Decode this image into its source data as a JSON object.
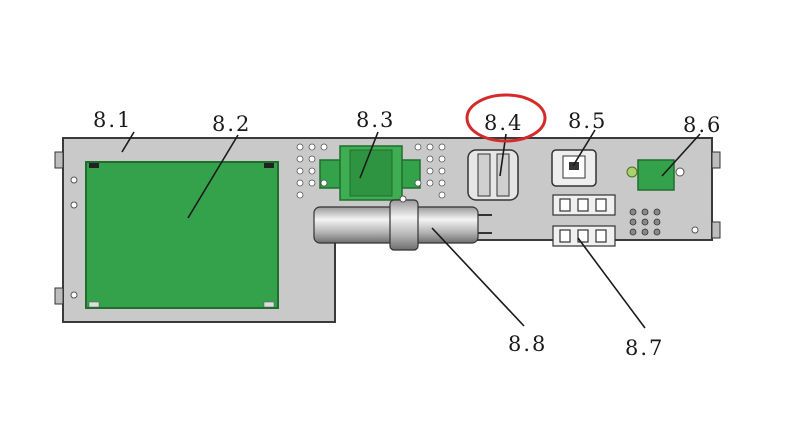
{
  "colors": {
    "plate": "#c9c9c9",
    "plate_edge": "#3a3a3a",
    "pcb": "#34a24a",
    "pcb_edge": "#1f6e2c",
    "highlight_circle": "#d42a2a"
  },
  "labels": {
    "p81": "8.1",
    "p82": "8.2",
    "p83": "8.3",
    "p84": "8.4",
    "p85": "8.5",
    "p86": "8.6",
    "p87": "8.7",
    "p88": "8.8"
  }
}
